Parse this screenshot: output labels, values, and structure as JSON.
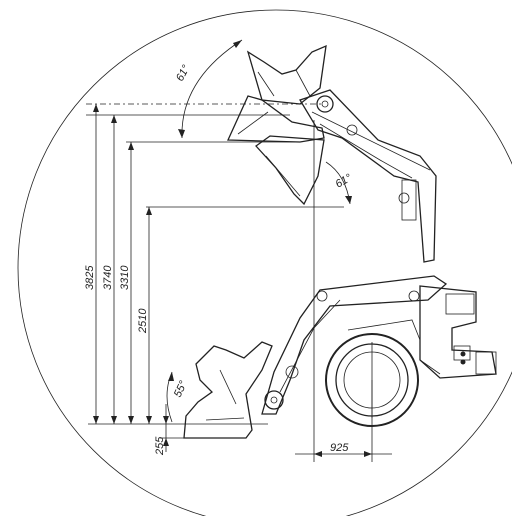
{
  "dimensions": {
    "heights": [
      {
        "label": "3825"
      },
      {
        "label": "3740"
      },
      {
        "label": "3310"
      },
      {
        "label": "2510"
      },
      {
        "label": "255"
      }
    ],
    "reach": {
      "label": "925"
    },
    "angles": [
      {
        "label": "61°"
      },
      {
        "label": "61°"
      },
      {
        "label": "55°"
      }
    ]
  }
}
